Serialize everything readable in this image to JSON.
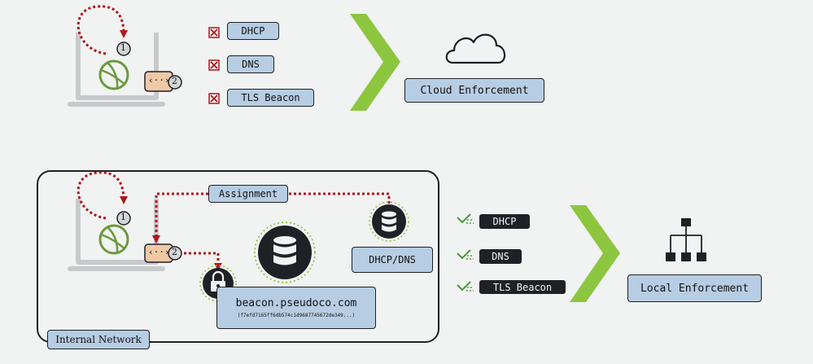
{
  "colors": {
    "background": "#f1f2f2",
    "box_fill": "#b7cde3",
    "box_border": "#1d2026",
    "dark_pill": "#1e2126",
    "arrow_red": "#b0161a",
    "chevron_green": "#8cc63f",
    "check_green": "#4a9a3a",
    "device_gray": "#c8c9cb",
    "globe_green": "#6a9a3c",
    "tag_fill": "#f0c9a6"
  },
  "top_section": {
    "blocked_items": [
      {
        "label": "DHCP",
        "icon": "x-mark-icon"
      },
      {
        "label": "DNS",
        "icon": "x-mark-icon"
      },
      {
        "label": "TLS Beacon",
        "icon": "x-mark-icon"
      }
    ],
    "step_1": "1",
    "step_2": "2",
    "tag_symbol": "‹··›",
    "enforcement_label": "Cloud Enforcement"
  },
  "bottom_section": {
    "network_label": "Internal Network",
    "assignment_label": "Assignment",
    "step_1": "1",
    "step_2": "2",
    "tag_symbol": "‹··›",
    "server_label": "DHCP/DNS",
    "beacon_host": "beacon.pseudoco.com",
    "beacon_hash": "(f7efd7165ff6db574c1d9687745672de349...)",
    "allowed_items": [
      {
        "label": "DHCP",
        "icon": "check-icon"
      },
      {
        "label": "DNS",
        "icon": "check-icon"
      },
      {
        "label": "TLS Beacon",
        "icon": "check-icon"
      }
    ],
    "enforcement_label": "Local Enforcement"
  }
}
